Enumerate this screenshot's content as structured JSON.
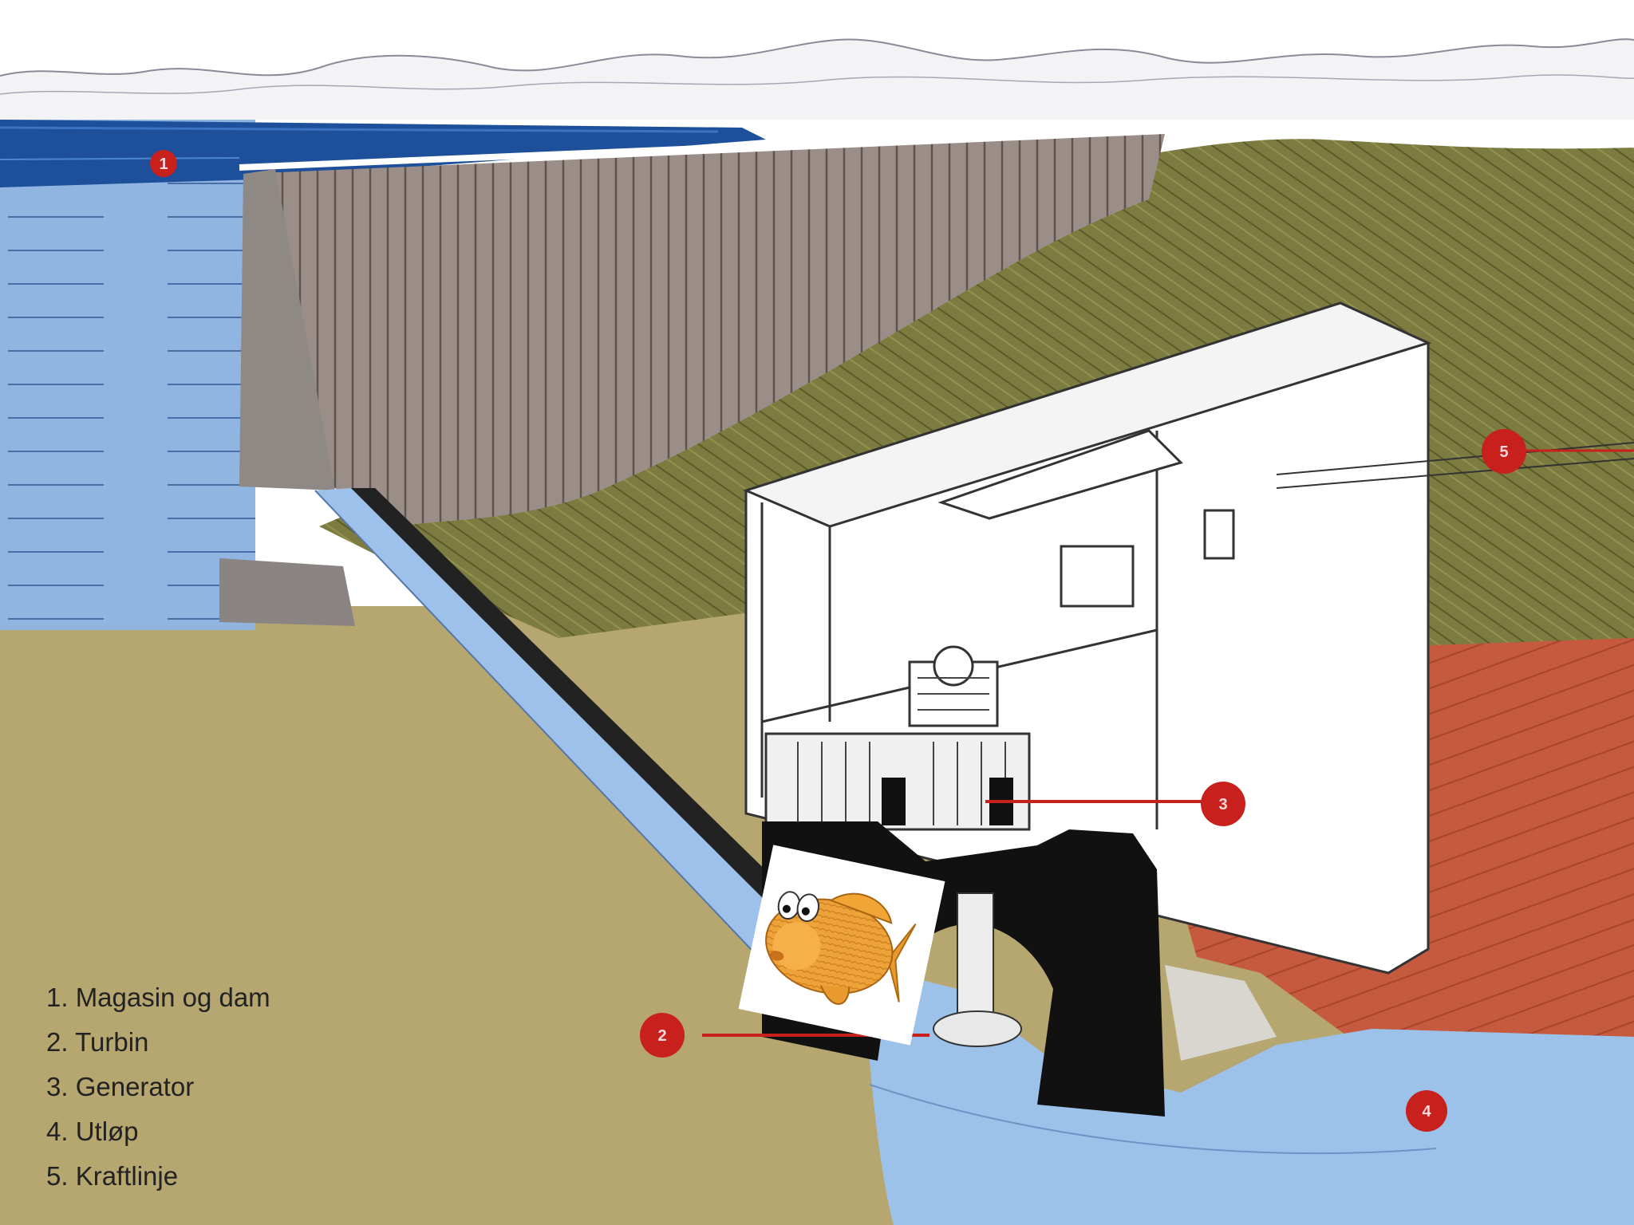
{
  "legend": {
    "items": [
      "1. Magasin og dam",
      "2. Turbin",
      "3. Generator",
      "4. Utløp",
      "5. Kraftlinje"
    ]
  },
  "markers": [
    {
      "id": "marker-1",
      "label": "1"
    },
    {
      "id": "marker-2",
      "label": "2"
    },
    {
      "id": "marker-3",
      "label": "3"
    },
    {
      "id": "marker-4",
      "label": "4"
    },
    {
      "id": "marker-5",
      "label": "5"
    }
  ],
  "colors": {
    "sky": "#ffffff",
    "reservoir": "#8ab4e0",
    "reservoir_dark": "#1c4f9c",
    "dam_wall": "#9a8c86",
    "hillside": "#7a7a3e",
    "ground": "#b8a772",
    "roof_red": "#c8563a",
    "marker_red": "#c8201c",
    "outlet_water": "#9fc3ea",
    "powerhouse": "#ffffff",
    "pit": "#111111",
    "fish_orange": "#f0a030"
  },
  "icons": [
    "fish-clipart-icon"
  ]
}
